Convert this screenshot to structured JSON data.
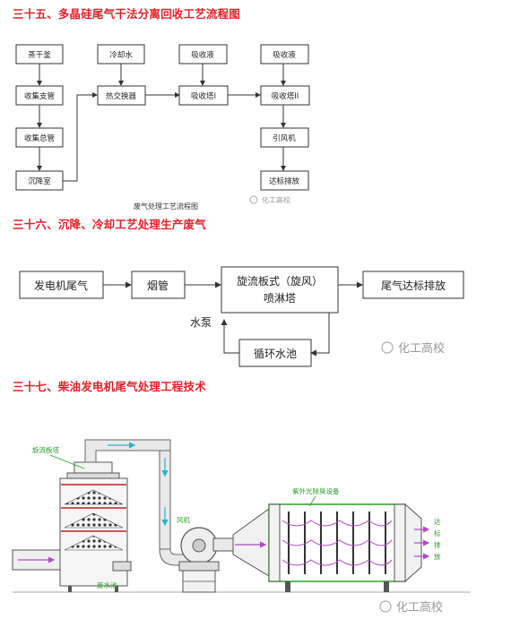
{
  "headings": {
    "h35": "三十五、多晶硅尾气干法分离回收工艺流程图",
    "h36": "三十六、沉降、冷却工艺处理生产废气",
    "h37": "三十七、柴油发电机尾气处理工程技术"
  },
  "flow1": {
    "boxes": {
      "steam": "蒸干釜",
      "collect_branch": "收集支管",
      "collect_main": "收集总管",
      "settling": "沉降室",
      "cooling_water": "冷却水",
      "heat_exchanger": "热交换器",
      "absorb_liquid_1": "吸收液",
      "absorber_1": "吸收塔I",
      "absorb_liquid_2": "吸收液",
      "absorber_2": "吸收塔II",
      "fan": "引风机",
      "discharge": "达标排放"
    },
    "caption": "废气处理工艺流程图",
    "watermark": "化工高校"
  },
  "flow2": {
    "boxes": {
      "genset": "发电机尾气",
      "chimney": "烟管",
      "tower_line1": "旋流板式（旋风）",
      "tower_line2": "喷淋塔",
      "discharge": "尾气达标排放",
      "pool": "循环水池"
    },
    "pump": "水泵",
    "watermark": "化工高校"
  },
  "illustration": {
    "labels": {
      "tower": "旋流板塔",
      "fan": "风机",
      "uv": "紫外光除臭设备",
      "discharge": [
        "达",
        "标",
        "排",
        "放"
      ],
      "pool": "废水池"
    },
    "colors": {
      "green": "#2aa02a",
      "pipe": "#e9e9e9",
      "arrow": "#2ab3c8",
      "purple": "#b04ac8"
    },
    "watermark": "化工高校"
  }
}
